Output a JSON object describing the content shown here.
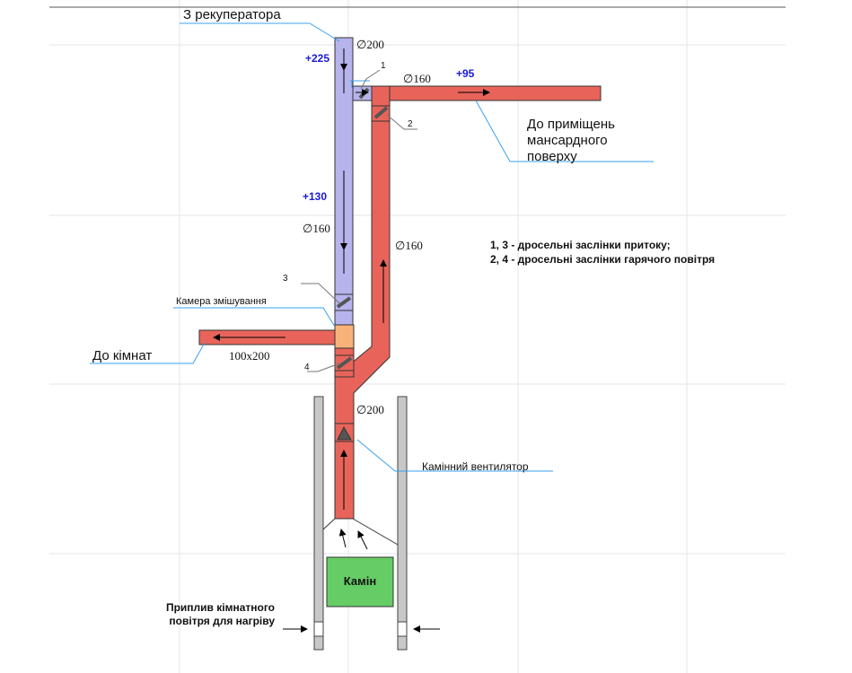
{
  "colors": {
    "cold_duct": "#b7b3ec",
    "hot_duct": "#e8645a",
    "mixing_chamber": "#f7b27a",
    "fireplace": "#66cc66",
    "wall": "#c8c8c8",
    "leader_line": "#3aa0f0",
    "temperature_text": "#1a1ad6",
    "grid": "#e6e6e6"
  },
  "labels": {
    "from_recuperator": "З рекуператора",
    "to_attic_line1": "До приміщень",
    "to_attic_line2": "мансардного",
    "to_attic_line3": "поверху",
    "to_rooms": "До кімнат",
    "mixing_chamber": "Камера змішування",
    "fireplace_fan": "Камінний вентилятор",
    "fireplace": "Камін",
    "room_air_line1": "Приплив кімнатного",
    "room_air_line2": "повітря для нагріву"
  },
  "temperatures": {
    "top": "+225",
    "attic": "+95",
    "middle": "+130"
  },
  "dimensions": {
    "d200_top": "∅200",
    "d160_attic": "∅160",
    "d160_cold": "∅160",
    "d160_hot": "∅160",
    "duct_rooms": "100х200",
    "d200_bottom": "∅200"
  },
  "damper_numbers": {
    "n1": "1",
    "n2": "2",
    "n3": "3",
    "n4": "4"
  },
  "legend": {
    "line1": "1, 3 - дросельні заслінки притоку;",
    "line2": "2, 4 - дросельні заслінки гарячого повітря"
  }
}
